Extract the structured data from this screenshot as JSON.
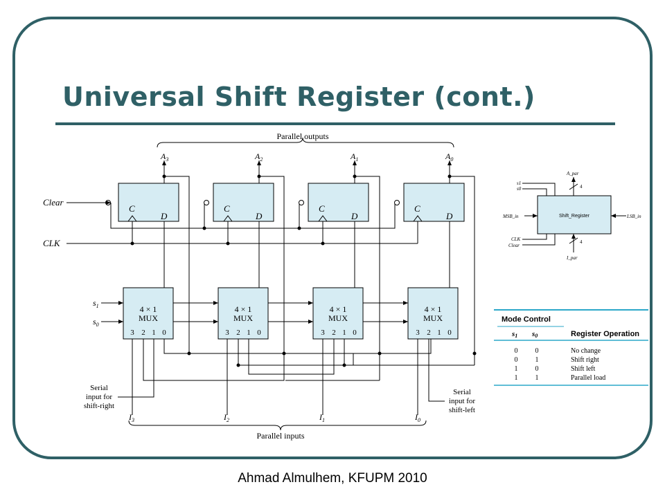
{
  "slide": {
    "title": "Universal Shift Register (cont.)",
    "footer": "Ahmad Almulhem, KFUPM 2010"
  },
  "circuit": {
    "parallel_outputs_label": "Parallel outputs",
    "parallel_inputs_label": "Parallel inputs",
    "clear_label": "Clear",
    "clk_label": "CLK",
    "outputs": [
      {
        "base": "A",
        "sub": "3"
      },
      {
        "base": "A",
        "sub": "2"
      },
      {
        "base": "A",
        "sub": "1"
      },
      {
        "base": "A",
        "sub": "0"
      }
    ],
    "inputs": [
      {
        "base": "I",
        "sub": "3"
      },
      {
        "base": "I",
        "sub": "2"
      },
      {
        "base": "I",
        "sub": "1"
      },
      {
        "base": "I",
        "sub": "0"
      }
    ],
    "ff_c_label": "C",
    "ff_d_label": "D",
    "mux_line1": "4 × 1",
    "mux_line2": "MUX",
    "mux_pins": [
      "3",
      "2",
      "1",
      "0"
    ],
    "select": [
      {
        "base": "s",
        "sub": "1"
      },
      {
        "base": "s",
        "sub": "0"
      }
    ],
    "serial_right": [
      "Serial",
      "input for",
      "shift-right"
    ],
    "serial_left": [
      "Serial",
      "input for",
      "shift-left"
    ]
  },
  "block": {
    "name": "Shift_Register",
    "a_par": "A_par",
    "i_par": "I_par",
    "s1": "s1",
    "s0": "s0",
    "msb_in": "MSB_in",
    "lsb_in": "LSB_in",
    "clk": "CLK",
    "clear": "Clear",
    "bus_width_top": "4",
    "bus_width_bottom": "4"
  },
  "mode_table": {
    "group_header": "Mode Control",
    "col_s1": {
      "base": "s",
      "sub": "1"
    },
    "col_s0": {
      "base": "s",
      "sub": "0"
    },
    "col_op": "Register Operation",
    "accent_color": "#2aa7c9",
    "rows": [
      {
        "s1": "0",
        "s0": "0",
        "op": "No change"
      },
      {
        "s1": "0",
        "s0": "1",
        "op": "Shift right"
      },
      {
        "s1": "1",
        "s0": "0",
        "op": "Shift left"
      },
      {
        "s1": "1",
        "s0": "1",
        "op": "Parallel load"
      }
    ]
  },
  "colors": {
    "theme": "#2f6066",
    "box_fill": "#d6ecf3"
  }
}
